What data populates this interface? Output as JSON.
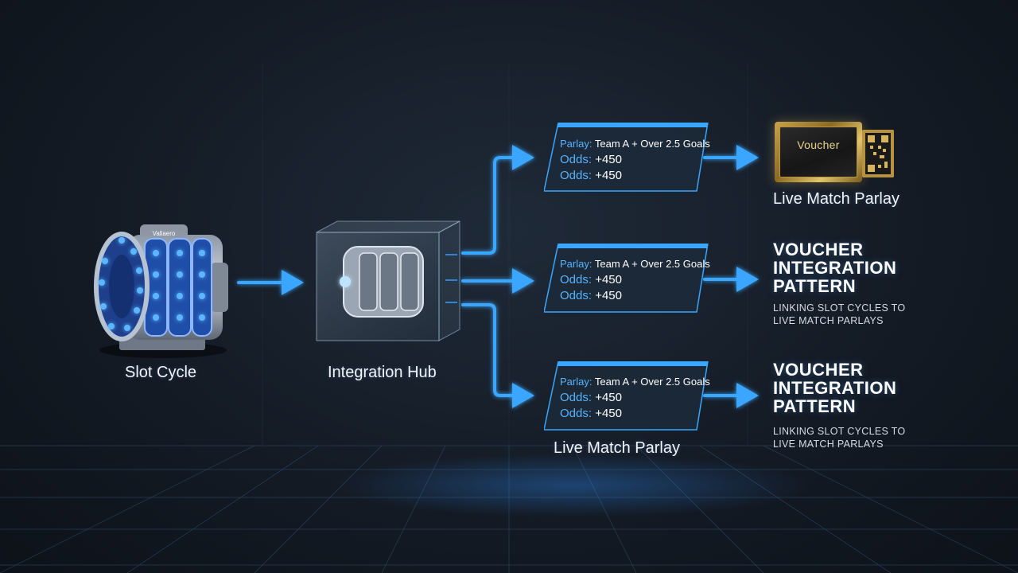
{
  "nodes": {
    "slot_cycle": "Slot Cycle",
    "integration_hub": "Integration Hub",
    "live_match_parlay_top": "Live Match Parlay",
    "live_match_parlay_bottom": "Live Match Parlay"
  },
  "slot_machine": {
    "badge": "Vallaero"
  },
  "voucher": {
    "title": "Voucher"
  },
  "cards": [
    {
      "parlay_key": "Parlay:",
      "parlay_value": "Team A + Over 2.5 Goals",
      "odds_key": "Odds:",
      "odds_value_1": "+450",
      "odds_value_2": "+450"
    },
    {
      "parlay_key": "Parlay:",
      "parlay_value": "Team A + Over 2.5 Goals",
      "odds_key": "Odds:",
      "odds_value_1": "+450",
      "odds_value_2": "+450"
    },
    {
      "parlay_key": "Parlay:",
      "parlay_value": "Team A + Over 2.5 Goals",
      "odds_key": "Odds:",
      "odds_value_1": "+450",
      "odds_value_2": "+450"
    }
  ],
  "pattern_blocks": [
    {
      "title_1": "VOUCHER",
      "title_2": "INTEGRATION",
      "title_3": "PATTERN",
      "sub_1": "LINKING SLOT CYCLES TO",
      "sub_2": "LIVE MATCH PARLAYS"
    },
    {
      "title_1": "VOUCHER",
      "title_2": "INTEGRATION",
      "title_3": "PATTERN",
      "sub_1": "LINKING SLOT CYCLES TO",
      "sub_2": "LIVE MATCH PARLAYS"
    }
  ],
  "colors": {
    "accent": "#2f9bff",
    "background": "#141b25",
    "gold": "#c9a24a"
  }
}
